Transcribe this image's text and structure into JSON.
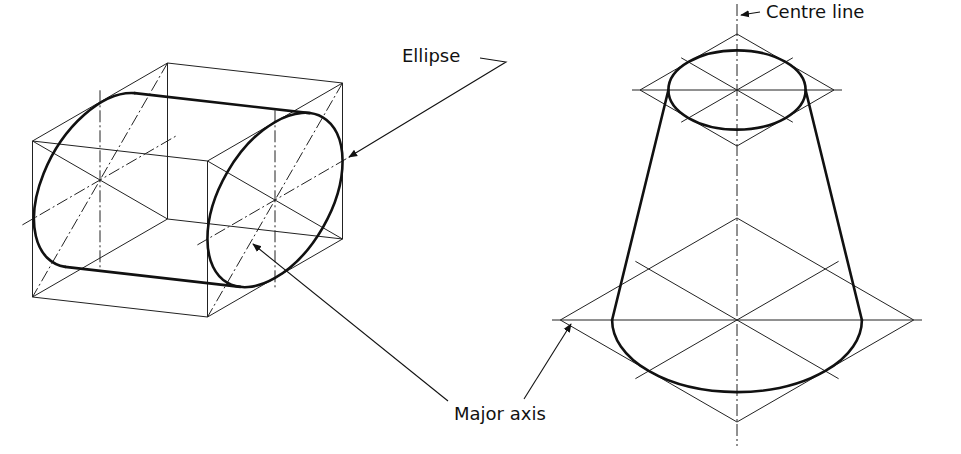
{
  "diagram": {
    "labels": [
      "Ellipse",
      "Centre line",
      "Major axis"
    ]
  }
}
